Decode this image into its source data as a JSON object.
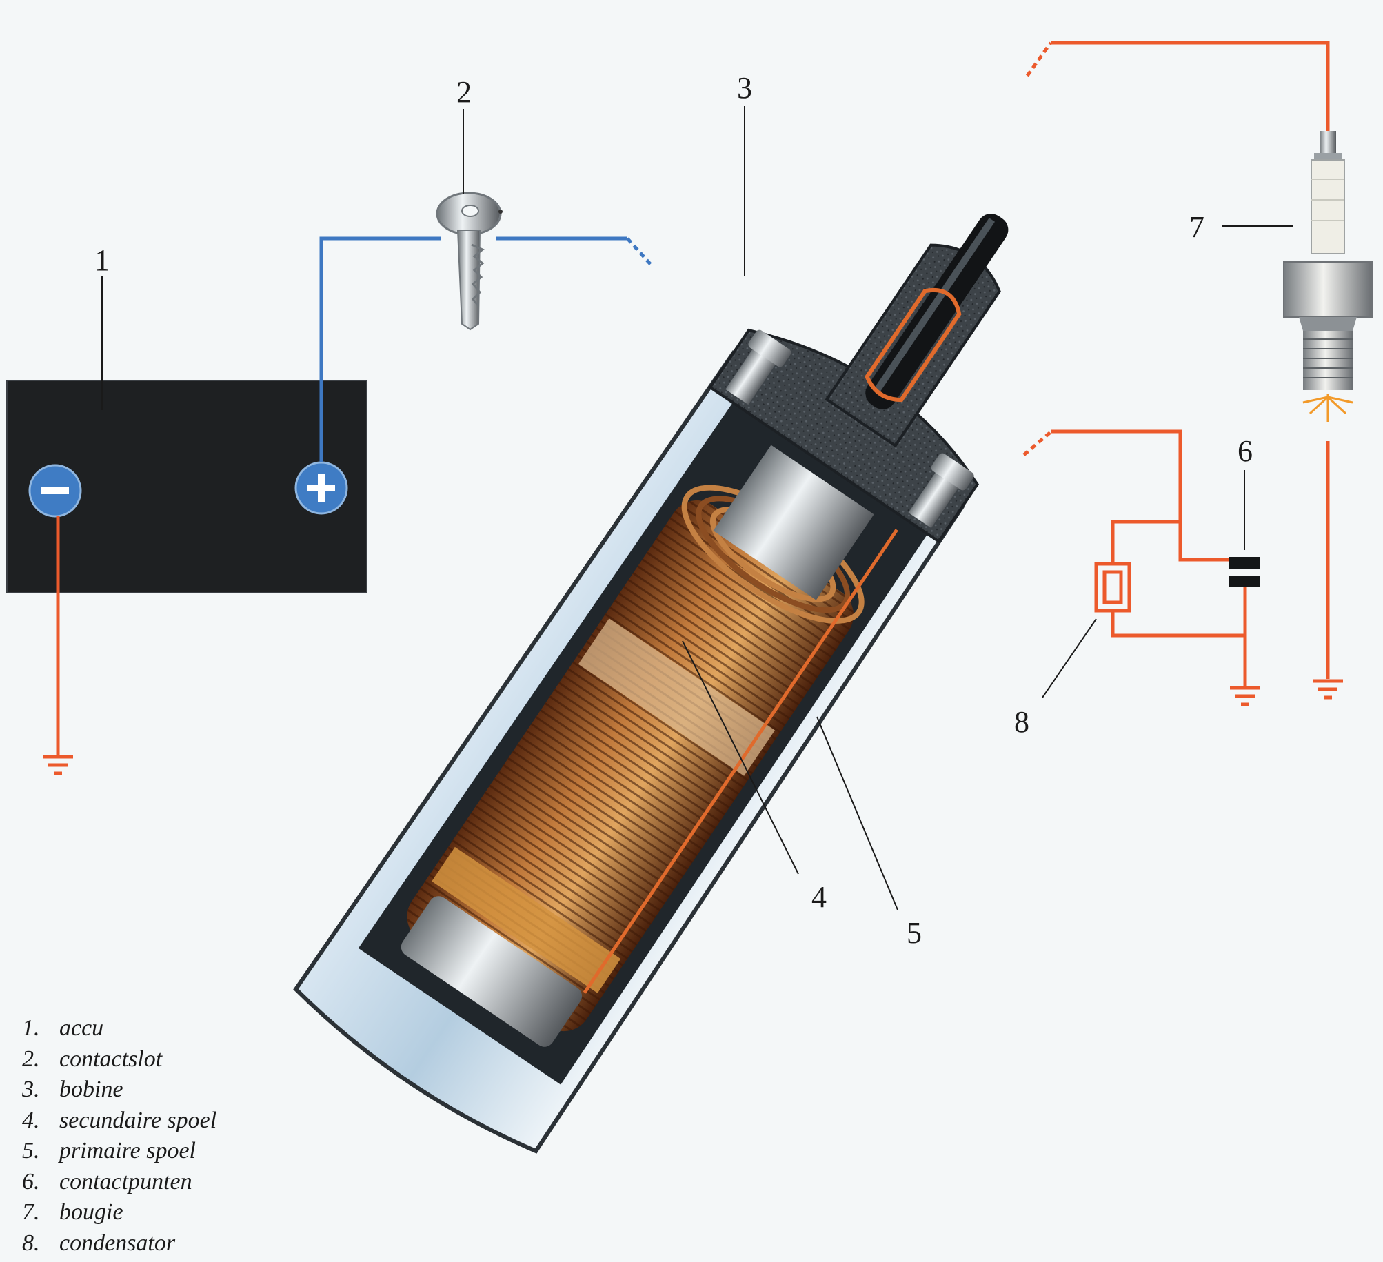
{
  "callouts": [
    {
      "num": "1"
    },
    {
      "num": "2"
    },
    {
      "num": "3"
    },
    {
      "num": "4"
    },
    {
      "num": "5"
    },
    {
      "num": "6"
    },
    {
      "num": "7"
    },
    {
      "num": "8"
    }
  ],
  "legend": [
    {
      "num": "1.",
      "label": "accu"
    },
    {
      "num": "2.",
      "label": "contactslot"
    },
    {
      "num": "3.",
      "label": "bobine"
    },
    {
      "num": "4.",
      "label": "secundaire spoel"
    },
    {
      "num": "5.",
      "label": "primaire spoel"
    },
    {
      "num": "6.",
      "label": "contactpunten"
    },
    {
      "num": "7.",
      "label": "bougie"
    },
    {
      "num": "8.",
      "label": "condensator"
    }
  ],
  "battery": {
    "minus_symbol": "−",
    "plus_symbol": "+"
  },
  "colors": {
    "background": "#f4f7f8",
    "battery": "#1e2022",
    "terminal": "#3f7cc4",
    "low_tension_wire": "#3e78c2",
    "high_tension_wire": "#ec5a2c",
    "copper": "#b56a32",
    "housing": "#2b3136"
  },
  "icons": [
    "key-icon",
    "spark-plug-icon",
    "ground-symbol-icon",
    "capacitor-icon",
    "contact-points-icon"
  ]
}
